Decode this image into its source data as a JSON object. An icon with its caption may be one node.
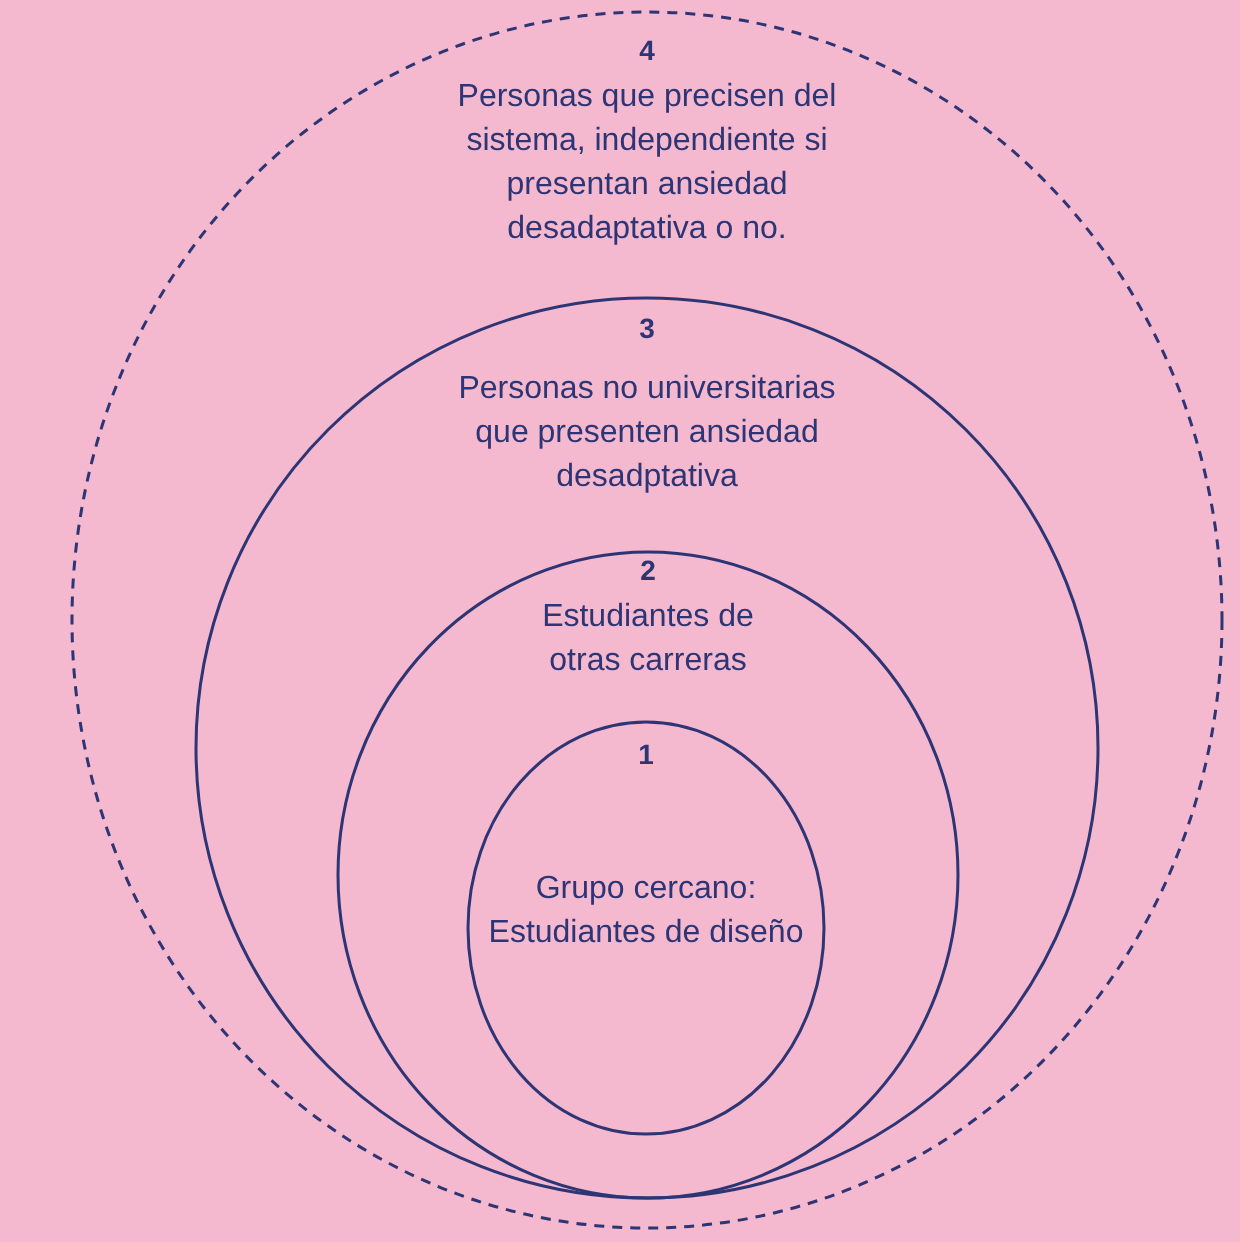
{
  "diagram": {
    "nodes": [
      {
        "text": [
          "4",
          "Personas que precisen del sistema, independiente si presentan ansiedad desadaptativa o no."
        ]
      },
      {
        "text": [
          "3",
          "Personas no universitarias que presenten ansiedad desadptativa"
        ],
        "in": 0
      },
      {
        "text": [
          "2",
          "Estudiantes de otras carreras"
        ],
        "in": 1
      },
      {
        "text": [
          "1",
          "Grupo cercano: Estudiantes de diseño"
        ],
        "in": 2
      }
    ]
  }
}
